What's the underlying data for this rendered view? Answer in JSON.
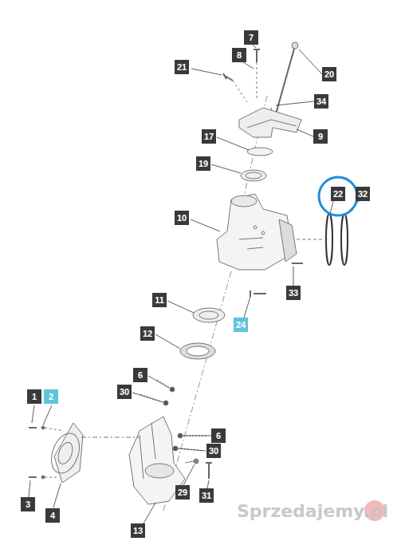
{
  "diagram": {
    "labels": [
      "7",
      "8",
      "21",
      "20",
      "34",
      "9",
      "17",
      "19",
      "22",
      "32",
      "10",
      "33",
      "24",
      "11",
      "12",
      "6",
      "30",
      "1",
      "2",
      "6",
      "30",
      "3",
      "4",
      "29",
      "31",
      "13",
      "Sprzedajemy.pl"
    ]
  }
}
